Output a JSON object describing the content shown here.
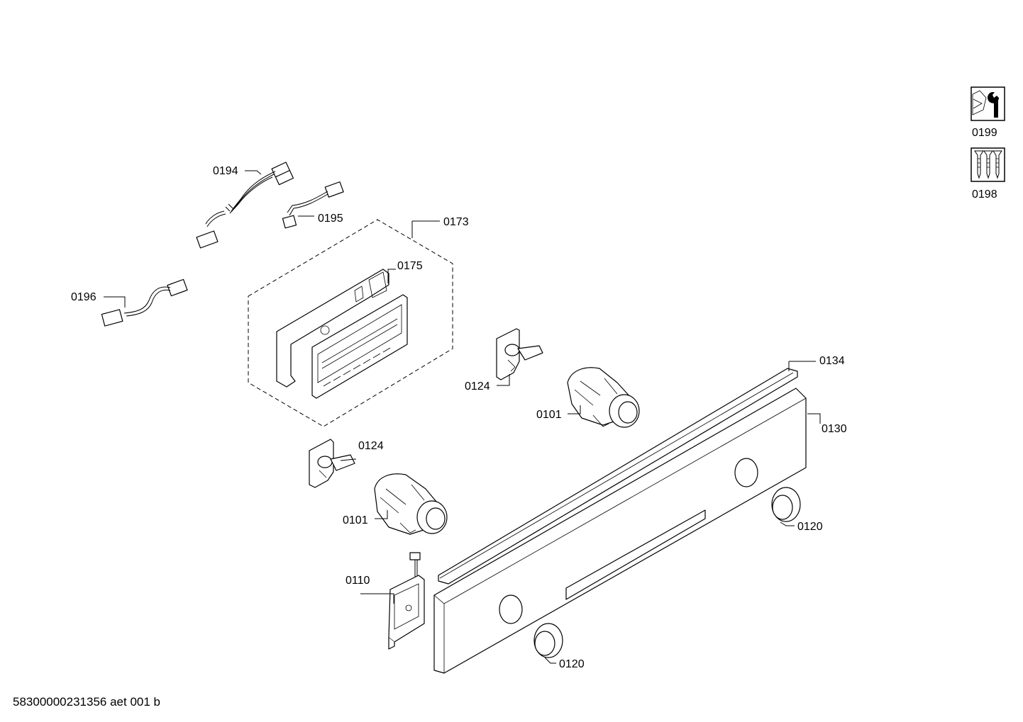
{
  "labels": {
    "p0194": "0194",
    "p0195": "0195",
    "p0196": "0196",
    "p0173": "0173",
    "p0175": "0175",
    "p0124a": "0124",
    "p0124b": "0124",
    "p0101a": "0101",
    "p0101b": "0101",
    "p0134": "0134",
    "p0130": "0130",
    "p0120a": "0120",
    "p0120b": "0120",
    "p0110": "0110",
    "p0199": "0199",
    "p0198": "0198"
  },
  "footer": {
    "code": "58300000231356 aet 001 b"
  },
  "icons": {
    "tool": "wrench-icon",
    "screws": "screws-icon"
  }
}
